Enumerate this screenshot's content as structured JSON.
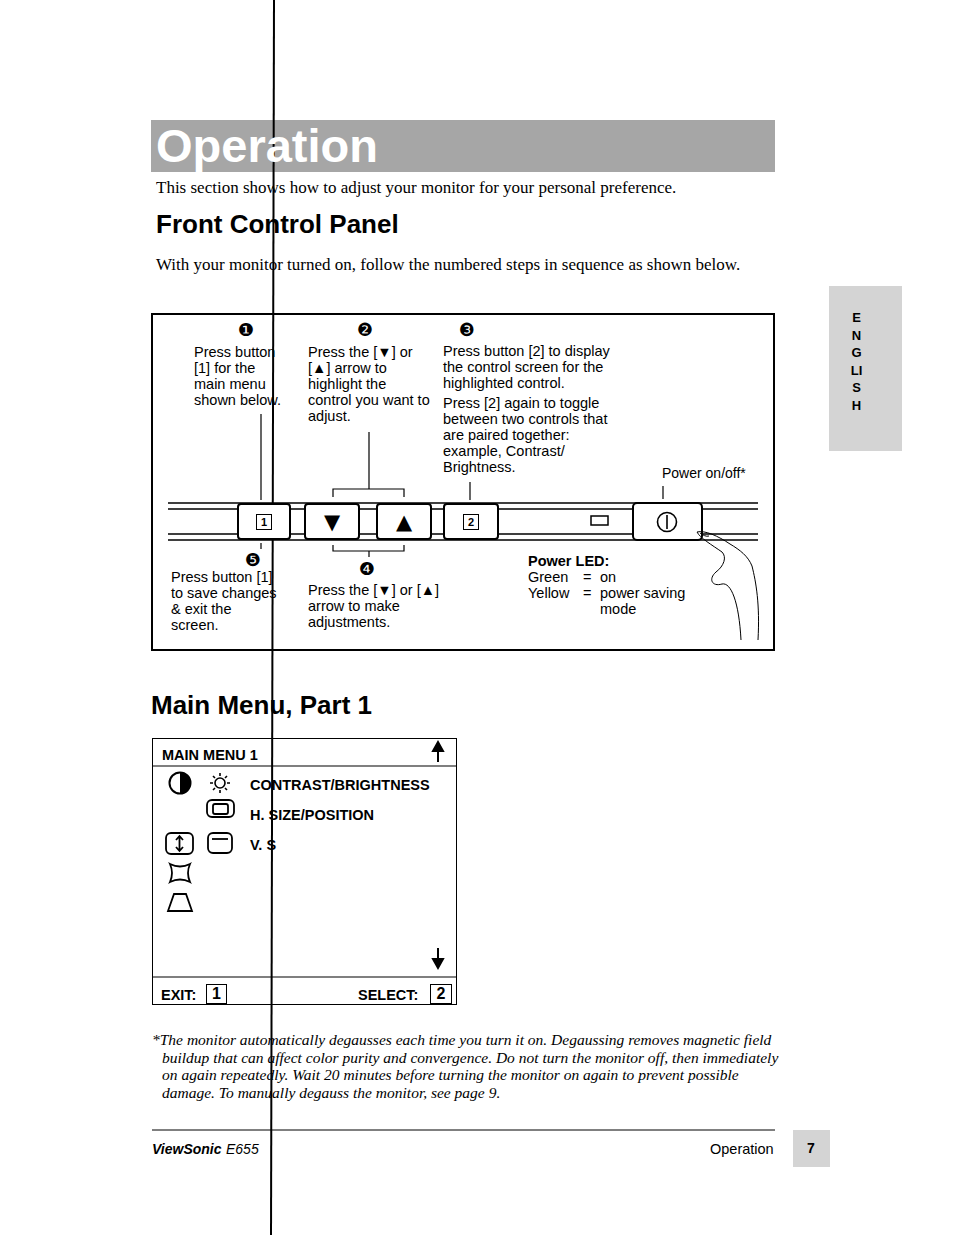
{
  "diagram": {
    "title": "Operation",
    "nodes": [
      {
        "text": [
          "1"
        ]
      },
      {
        "text": [
          "▼"
        ]
      },
      {
        "text": [
          "▲"
        ]
      },
      {
        "text": [
          "2"
        ]
      },
      {
        "text": [
          "MAIN MENU 1",
          "CONTRAST/BRIGHTNESS",
          "H. SIZE/POSITION",
          "V. S",
          "EXIT:",
          "SELECT:"
        ]
      },
      {
        "text": [
          "1"
        ],
        "in": 4
      },
      {
        "text": [
          "2"
        ],
        "in": 4
      }
    ],
    "labels": [
      "This section shows how to adjust your monitor for your personal preference.",
      "Front Control Panel",
      "With your monitor turned on, follow the numbered steps in sequence as shown below.",
      "❶",
      "❷",
      "❸",
      "Press button [1] for the main menu shown below.",
      "Press the [▼] or [▲] arrow to highlight the control you want to adjust.",
      "Press button [2] to display the control screen for the highlighted control.",
      "Press [2] again to toggle between two controls that are paired together: example, Contrast/ Brightness.",
      "Power on/off*",
      "❺",
      "Press button [1] to save changes & exit the screen.",
      "❹",
      "Press the [▼] or [▲] arrow to make adjustments.",
      "Power LED:",
      "Green",
      "=",
      "on",
      "Yellow",
      "=",
      "power saving mode",
      "Main Menu, Part 1",
      "*The monitor automatically degausses each time you turn it on. Degaussing removes magnetic field buildup that can affect color purity and convergence. Do not turn the monitor off, then immediately on again repeatedly. Wait 20 minutes before turning the monitor on again to prevent possible damage. To manually degauss the monitor, see page 9.",
      "ViewSonic",
      "E655",
      "Operation",
      "7",
      "ENGLISH"
    ]
  }
}
